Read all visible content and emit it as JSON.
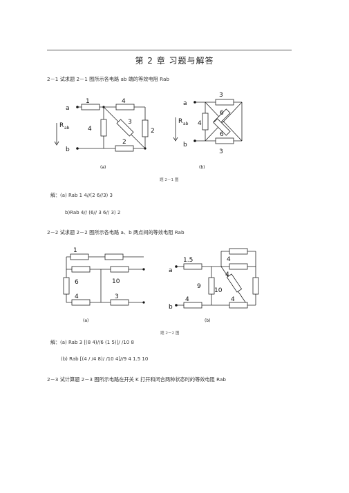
{
  "header": {
    "title": "第 2 章  习题与解答"
  },
  "q21": {
    "text": "2－1 试求题 2－1 图所示各电路 ab 端的等效电阻 Rab",
    "fig_a": {
      "labels": {
        "a": "a",
        "b": "b",
        "R": "R",
        "Rsub": "ab"
      },
      "values": {
        "r_top": "1",
        "r_top2": "4",
        "r_left": "4",
        "r_diag": "3",
        "r_right": "2",
        "r_bottom": "2"
      }
    },
    "fig_b": {
      "labels": {
        "a": "a",
        "b": "b",
        "R": "R",
        "Rsub": "ab"
      },
      "values": {
        "r_top": "3",
        "r_left": "4",
        "r_x1": "6",
        "r_x2": "6",
        "r_bottom": "3"
      }
    },
    "sublabel_a": "(a)",
    "sublabel_b": "(b)",
    "caption": "题 2－1 图",
    "solution_a": "解：(a) Rab 1 4//(2 6//3) 3",
    "solution_b": "b)Rab 4// (6// 3 6// 3) 2"
  },
  "q22": {
    "text": "2－2 试求题 2－2 图所示各电路 a、b 两点间的等效电阻 Rab",
    "fig_a": {
      "values": {
        "r1": "1",
        "r6": "6",
        "r10": "10",
        "r4": "4",
        "r3": "3"
      }
    },
    "fig_b": {
      "labels": {
        "a": "a",
        "b": "b"
      },
      "values": {
        "r15": "1.5",
        "r4a": "4",
        "r4b": "4",
        "r9": "9",
        "r10": "10",
        "r4c": "4",
        "r4d": "4"
      }
    },
    "sublabel_a": "(a)",
    "sublabel_b": "(b)",
    "caption": "题 2－2 图",
    "solution_a": "解：(a) Rab 3 [(8 4)//6 (1 5)]/ /10 8",
    "solution_b": "(b) Rab [(4 / /4 8)/ /10 4]//9 4 1.5 10"
  },
  "q23": {
    "text": "2－3 试计算题 2－3 图所示电路在开关 K 打开和闭合两种状态时的等效电阻 Rab"
  }
}
